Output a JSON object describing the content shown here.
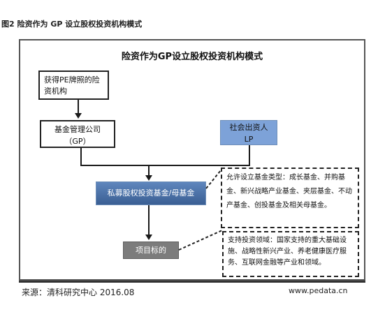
{
  "figure": {
    "title": "图2 险资作为 GP 设立股权投资机构模式"
  },
  "diagram": {
    "title": "险资作为GP设立股权投资机构模式",
    "nodes": {
      "insurer": "获得PE牌照的险资机构",
      "gp": [
        "基金管理公司",
        "（GP）"
      ],
      "lp": [
        "社会出资人",
        "LP"
      ],
      "fund": "私募股权投资基金/母基金",
      "project": "项目标的"
    },
    "notes": {
      "fund_types": "允许设立基金类型：成长基金、并购基金、新兴战略产业基金、夹层基金、不动产基金、创投基金及相关母基金。",
      "investment_fields": "支持投资领域：国家支持的重大基础设施、战略性新兴产业、养老健康医疗服务、互联网金融等产业和领域。"
    },
    "colors": {
      "fund_box_top": "#5f86bd",
      "fund_box_bottom": "#3a5f93",
      "lp_box": "#7da2d8",
      "project_box": "#7c7c7c"
    }
  },
  "footer": {
    "source": "来源：清科研究中心 2016.08",
    "url": "www.pedata.cn"
  }
}
